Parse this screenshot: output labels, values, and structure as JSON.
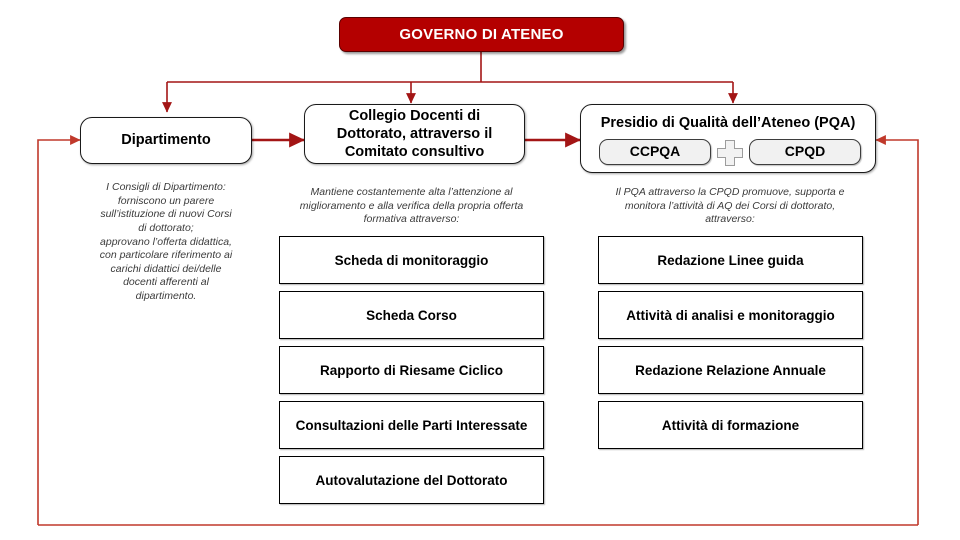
{
  "colors": {
    "accent_red": "#b40000",
    "connector_red": "#a31515",
    "loop_red": "#c0392b",
    "box_border": "#1a1a1a",
    "pill_fill": "#f1f1f1",
    "caption_text": "#3b3b3b"
  },
  "header": {
    "title": "GOVERNO DI ATENEO"
  },
  "pillars": {
    "department": {
      "title": "Dipartimento",
      "caption": "I Consigli di Dipartimento:\nforniscono un parere\nsull’istituzione di nuovi Corsi\ndi dottorato;\napprovano l’offerta didattica,\ncon particolare riferimento ai\ncarichi didattici dei/delle\ndocenti afferenti al\ndipartimento."
    },
    "collegio": {
      "title_line1": "Collegio Docenti di",
      "title_line2": "Dottorato, attraverso il",
      "title_line3": "Comitato consultivo",
      "caption": "Mantiene costantemente alta l’attenzione al\nmiglioramento e alla verifica della propria offerta\nformativa attraverso:"
    },
    "pqa": {
      "title": "Presidio di Qualità dell’Ateneo (PQA)",
      "unit_left": "CCPQA",
      "unit_right": "CPQD",
      "join_icon": "plus-icon",
      "caption": "Il PQA attraverso la CPQD promuove, supporta e\nmonitora l’attività di AQ dei Corsi di dottorato,\nattraverso:"
    }
  },
  "collegio_items": [
    "Scheda di monitoraggio",
    "Scheda Corso",
    "Rapporto di Riesame Ciclico",
    "Consultazioni delle Parti Interessate",
    "Autovalutazione del Dottorato"
  ],
  "pqa_items": [
    "Redazione Linee guida",
    "Attività di analisi e monitoraggio",
    "Redazione Relazione Annuale",
    "Attività di formazione"
  ]
}
